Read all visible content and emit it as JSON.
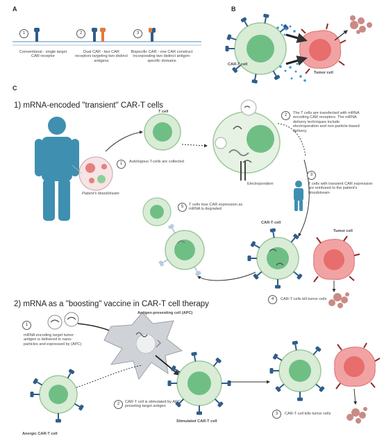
{
  "panels": {
    "a": "A",
    "b": "B",
    "c": "C"
  },
  "panel_a": {
    "items": [
      {
        "num": "1",
        "text": "Conventional - single target CAR receptor"
      },
      {
        "num": "2",
        "text": "Dual CAR - two CAR receptors targeting two distinct antigens"
      },
      {
        "num": "3",
        "text": "Bispecific CAR - one CAR construct incorporating two distinct antigen-specific domains"
      }
    ]
  },
  "panel_b": {
    "car_t_label": "CAR-T cell",
    "tumor_label": "Tumor cell"
  },
  "section1": {
    "title": "1) mRNA-encoded \"transient\" CAR-T cells",
    "patient_label": "Patient's bloodstream",
    "t_cell_label": "T cell",
    "electroporation_label": "Electroporation",
    "car_t_label": "CAR-T cell",
    "tumor_label": "Tumor cell",
    "steps": [
      {
        "num": "1",
        "text": "Autologous T-cells are collected"
      },
      {
        "num": "2",
        "text": "The T cells are transfected with mRNA encoding CAR receptors. The mRNA delivery techniques include electroporation and non-particle-based delivery."
      },
      {
        "num": "3",
        "text": "T cells with transient CAR expression are reinfused to the patient's bloodstream"
      },
      {
        "num": "4",
        "text": "CAR-T cells kill tumor cells"
      },
      {
        "num": "5",
        "text": "T cells lose CAR expression as mRNA is degraded"
      }
    ]
  },
  "section2": {
    "title": "2) mRNA as a \"boosting\" vaccine in CAR-T cell therapy",
    "apc_label": "Antigen-presenting cell (APC)",
    "anergic_label": "Anergic CAR-T cell",
    "stimulated_label": "Stimulated CAR-T cell",
    "steps": [
      {
        "num": "1",
        "text": "mRNA encoding target tumor antigen is delivered in nano-particles and expressed by (APC)"
      },
      {
        "num": "2",
        "text": "CAR-T cell is stimulated by APC preseting target antigen"
      },
      {
        "num": "3",
        "text": "CAR-T cell kills tumor cells"
      }
    ]
  },
  "colors": {
    "tcell_outer": "#d9ecd6",
    "tcell_nucleus": "#6fbf85",
    "car_blue": "#2f5d8a",
    "car_orange": "#e07b39",
    "tumor": "#e86d6d",
    "debris": "#c98b85",
    "person": "#3f8fb0",
    "apc": "#cfd3d8"
  }
}
